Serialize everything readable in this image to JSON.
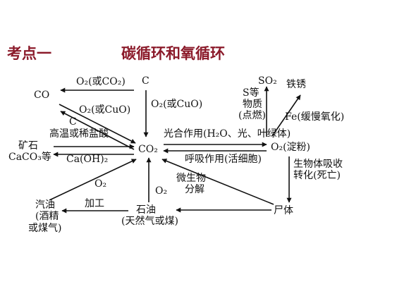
{
  "title": {
    "section": "考点一",
    "topic": "碳循环和氧循环"
  },
  "nodes": {
    "co": "CO",
    "c": "C",
    "co2": "CO₂",
    "ore_l1": "矿石",
    "ore_l2": "CaCO₃等",
    "o2_starch": "O₂(淀粉)",
    "so2": "SO₂",
    "rust": "铁锈",
    "corpse": "尸体",
    "petroleum": "石油",
    "petroleum_sub": "(天然气或煤)",
    "gasoline_l1": "汽油",
    "gasoline_l2": "(酒精",
    "gasoline_l3": "或煤气)"
  },
  "labels": {
    "o2_or_co2": "O₂(或CO₂)",
    "o2_or_cuo": "O₂(或CuO)",
    "o2_or_cuo_right": "O₂(或CuO)",
    "c_small": "C",
    "high_temp": "高温或稀盐酸",
    "caoh2": "Ca(OH)₂",
    "photosynthesis": "光合作用(H₂O、光、叶绿体)",
    "respiration": "呼吸作用(活细胞)",
    "s_l1": "S等",
    "s_l2": "物质",
    "s_l3": "(点燃)",
    "fe_slow": "Fe(缓慢氧化)",
    "bio_l1": "生物体吸收",
    "bio_l2": "转化(死亡)",
    "microbe_l1": "微生物",
    "microbe_l2": "分解",
    "o2_mid": "O₂",
    "o2_left": "O₂",
    "process": "加工"
  }
}
